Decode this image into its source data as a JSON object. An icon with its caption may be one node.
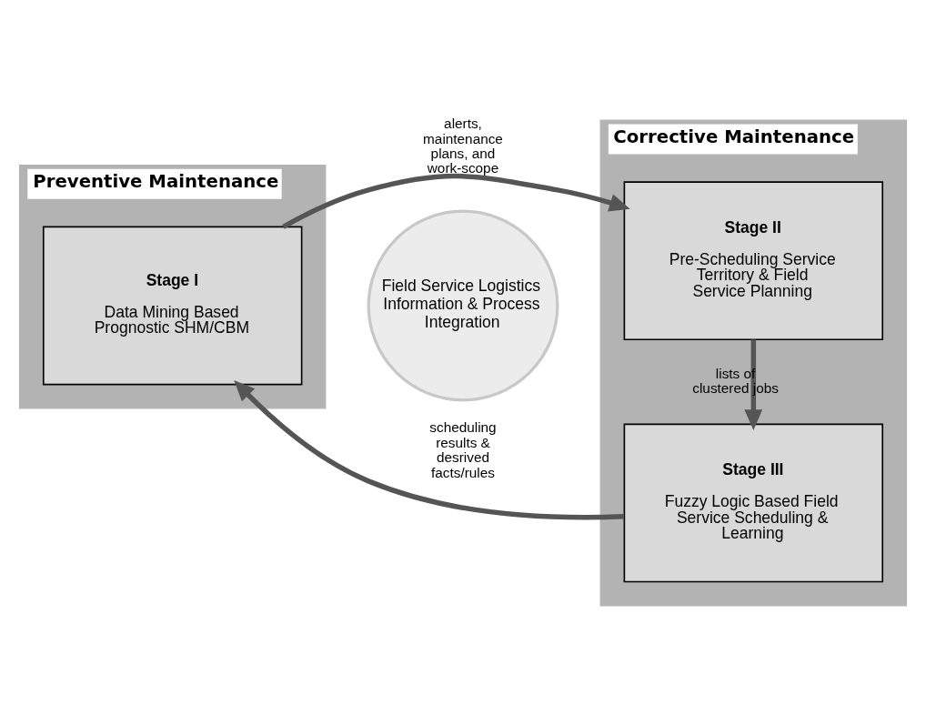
{
  "diagram": {
    "nodes": [
      {
        "text": [
          "Preventive Maintenance"
        ]
      },
      {
        "text": [
          "Stage I",
          "Data Mining Based Prognostic SHM/CBM"
        ],
        "in": 0
      },
      {
        "text": [
          "Corrective Maintenance"
        ]
      },
      {
        "text": [
          "Stage II",
          "Pre-Scheduling Service Territory & Field Service Planning"
        ],
        "in": 2
      },
      {
        "text": [
          "Stage III",
          "Fuzzy Logic Based Field Service Scheduling & Learning"
        ],
        "in": 2
      },
      {
        "text": [
          "Field Service Logistics Information & Process Integration"
        ]
      }
    ],
    "edges": [
      {
        "from": 1,
        "to": 3,
        "arrow": "to",
        "label": "alerts, maintenance plans, and work-scope"
      },
      {
        "from": 3,
        "to": 4,
        "arrow": "to",
        "label": "lists of clustered jobs"
      },
      {
        "from": 4,
        "to": 1,
        "arrow": "to",
        "label": "scheduling results & desrived facts/rules"
      }
    ]
  }
}
